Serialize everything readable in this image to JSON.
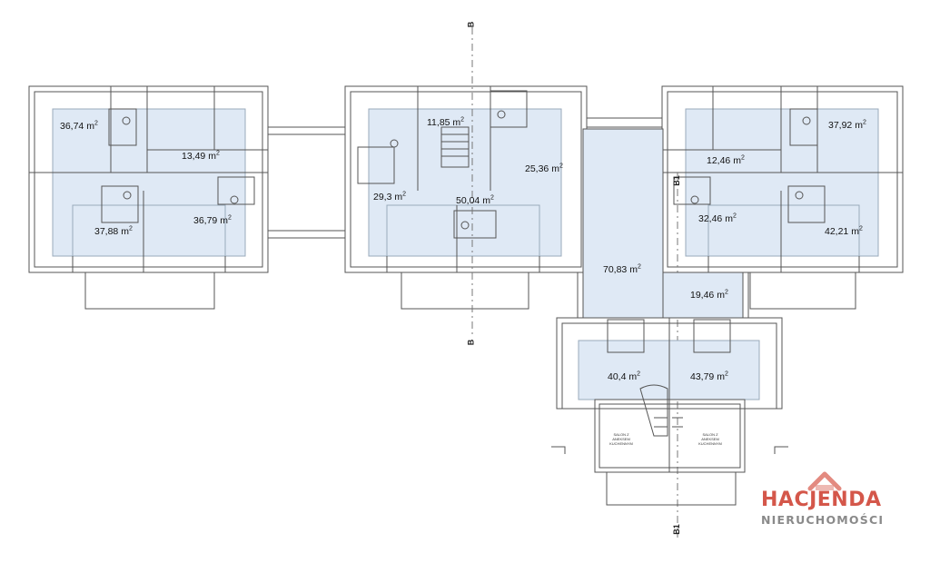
{
  "rooms": {
    "left": [
      "36,74 m",
      "13,49 m",
      "37,88 m",
      "36,79 m"
    ],
    "middle": [
      "11,85 m",
      "25,36 m",
      "29,3 m",
      "50,04 m"
    ],
    "right": [
      "37,92 m",
      "12,46 m",
      "32,46 m",
      "42,21 m"
    ],
    "connector": [
      "70,83 m",
      "19,46 m"
    ],
    "bottom": [
      "40,4 m",
      "43,79 m"
    ]
  },
  "area_unit_sup": "2",
  "salon": {
    "line1": "SALON Z",
    "line2": "ANEKSEM",
    "line3": "KUCHENNYM"
  },
  "section_marks": {
    "b_top": "B",
    "b_bottom": "B",
    "b1_mid": "B1",
    "b1_bottom": "B1"
  },
  "brand": {
    "name": "HACJENDA",
    "subtitle": "NIERUCHOMOŚCI"
  },
  "colors": {
    "room_fill": "#dfe9f5",
    "wall": "#555555",
    "brand_red": "#d4574a",
    "brand_grey": "#8a8a8a"
  }
}
